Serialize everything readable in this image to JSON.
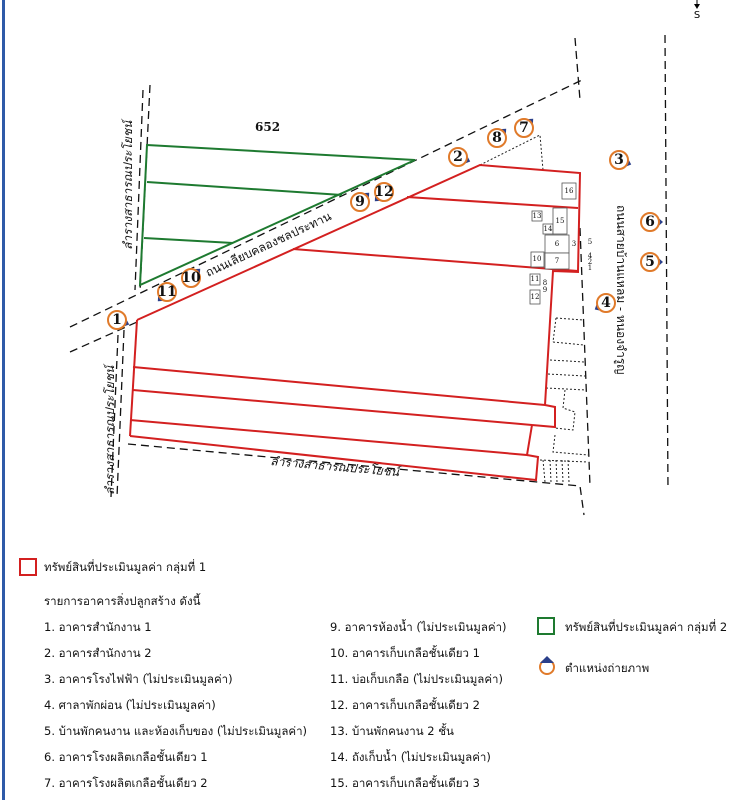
{
  "map": {
    "north_label": "S",
    "plot_number": "652",
    "road_diagonal": "ถนนเลียบคลองชลประทาน",
    "road_right": "ถนนสายบ้านแหลม - หนองจำรูญ",
    "canal_label": "ลำรางสาธารณประโยชน์",
    "markers": [
      "1",
      "2",
      "3",
      "4",
      "5",
      "6",
      "7",
      "8",
      "9",
      "10",
      "11",
      "12"
    ],
    "buildings": [
      "16",
      "13",
      "14",
      "15",
      "6",
      "7",
      "10",
      "11",
      "12",
      "3",
      "5",
      "4",
      "2",
      "1",
      "8",
      "9"
    ]
  },
  "legend": {
    "group1": "ทรัพย์สินที่ประเมินมูลค่า กลุ่มที่ 1",
    "group2": "ทรัพย์สินที่ประเมินมูลค่า กลุ่มที่ 2",
    "photo_position": "ตำแหน่งถ่ายภาพ",
    "list_title": "รายการอาคารสิ่งปลูกสร้าง ดังนี้",
    "items": [
      "1. อาคารสำนักงาน 1",
      "2. อาคารสำนักงาน 2",
      "3. อาคารโรงไฟฟ้า (ไม่ประเมินมูลค่า)",
      "4. ศาลาพักผ่อน (ไม่ประเมินมูลค่า)",
      "5. บ้านพักคนงาน และห้องเก็บของ (ไม่ประเมินมูลค่า)",
      "6. อาคารโรงผลิตเกลือชั้นเดียว 1",
      "7. อาคารโรงผลิตเกลือชั้นเดียว 2",
      "9. อาคารห้องน้ำ (ไม่ประเมินมูลค่า)",
      "10. อาคารเก็บเกลือชั้นเดียว 1",
      "11. บ่อเก็บเกลือ (ไม่ประเมินมูลค่า)",
      "12. อาคารเก็บเกลือชั้นเดียว 2",
      "13. บ้านพักคนงาน 2 ชั้น",
      "14. ถังเก็บน้ำ (ไม่ประเมินมูลค่า)",
      "15. อาคารเก็บเกลือชั้นเดียว 3"
    ]
  },
  "colors": {
    "group1": "#d32020",
    "group2": "#1e7a30",
    "marker_ring": "#e07a2a",
    "marker_arrow": "#2a3f8a"
  }
}
